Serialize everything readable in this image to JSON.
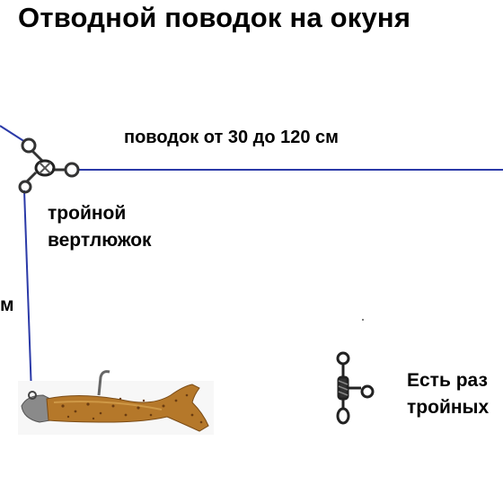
{
  "title": "Отводной поводок на окуня",
  "labels": {
    "leader_length": "поводок от 30 до 120 см",
    "swivel_line1": "тройной",
    "swivel_line2": "вертлюжок",
    "cut_off_left": "м",
    "note_line1": "Есть раз",
    "note_line2": "тройных"
  },
  "colors": {
    "line": "#2b3aa8",
    "text": "#000000",
    "lure_body": "#b5782a",
    "lure_speckle": "#6b3d12"
  },
  "icons": [
    "triple-swivel-icon",
    "soft-bait-lure-icon",
    "triple-swivel-sample-icon"
  ]
}
